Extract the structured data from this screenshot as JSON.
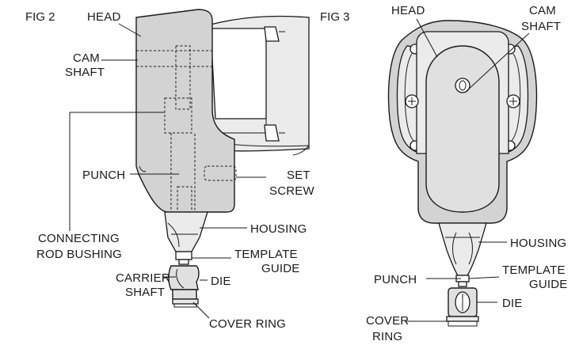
{
  "fig2": {
    "title": "FIG 2",
    "labels": {
      "head": "HEAD",
      "cam_shaft": [
        "CAM",
        "SHAFT"
      ],
      "punch": "PUNCH",
      "set_screw": [
        "SET",
        "SCREW"
      ],
      "connecting_rod_bushing": [
        "CONNECTING",
        "ROD BUSHING"
      ],
      "housing": "HOUSING",
      "template_guide": [
        "TEMPLATE",
        "GUIDE"
      ],
      "carrier_shaft": [
        "CARRIER",
        "SHAFT"
      ],
      "die": "DIE",
      "cover_ring": "COVER RING"
    }
  },
  "fig3": {
    "title": "FIG 3",
    "labels": {
      "head": "HEAD",
      "cam_shaft": [
        "CAM",
        "SHAFT"
      ],
      "housing": "HOUSING",
      "template_guide": [
        "TEMPLATE",
        "GUIDE"
      ],
      "punch": "PUNCH",
      "die": "DIE",
      "cover_ring": [
        "COVER",
        "RING"
      ]
    }
  }
}
